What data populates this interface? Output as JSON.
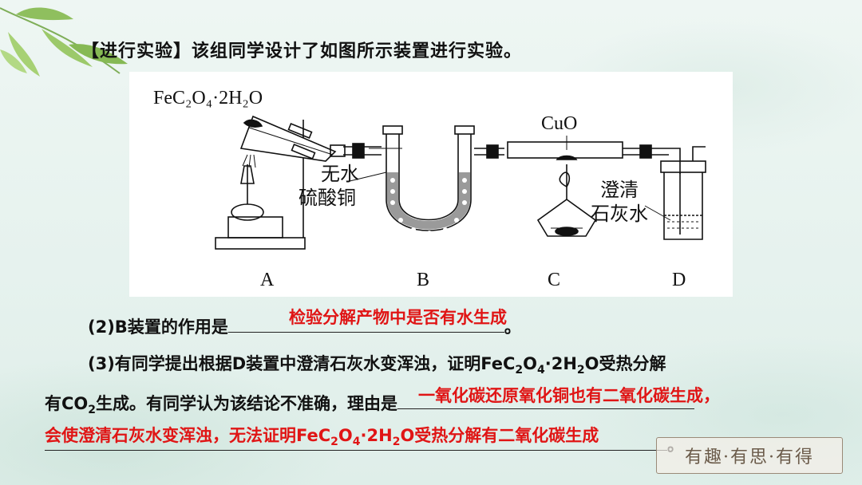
{
  "heading": "【进行实验】该组同学设计了如图所示装置进行实验。",
  "figure": {
    "labels": {
      "reactant": "FeC₂O₄·2H₂O",
      "cuo": "CuO",
      "dry_agent_l1": "无水",
      "dry_agent_l2": "硫酸铜",
      "limewater_l1": "澄清",
      "limewater_l2": "石灰水"
    },
    "apparatus": [
      "A",
      "B",
      "C",
      "D"
    ]
  },
  "q2": {
    "prefix": "(2)B装置的作用是",
    "suffix": "。",
    "answer": "检验分解产物中是否有水生成"
  },
  "q3": {
    "line1_a": "(3)有同学提出根据D装置中澄清石灰水变浑浊，证明FeC",
    "line1_b": "2",
    "line1_c": "O",
    "line1_d": "4",
    "line1_e": "·2H",
    "line1_f": "2",
    "line1_g": "O受热分解",
    "line2_a": "有CO",
    "line2_b": "2",
    "line2_c": "生成。有同学认为该结论不准确，理由是",
    "line3_end": "。",
    "answer_line1": "一氧化碳还原氧化铜也有二氧化碳生成，",
    "answer_line2_a": "会使澄清石灰水变浑浊，无法证明FeC",
    "answer_line2_b": "2",
    "answer_line2_c": "O",
    "answer_line2_d": "4",
    "answer_line2_e": "·2H",
    "answer_line2_f": "2",
    "answer_line2_g": "O受热分解有二氧化碳生成"
  },
  "seal": "有趣·有思·有得"
}
